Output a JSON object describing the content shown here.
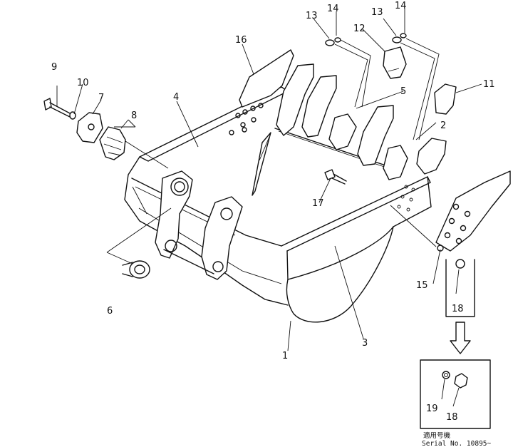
{
  "callouts": {
    "c1": "1",
    "c2": "2",
    "c3": "3",
    "c4": "4",
    "c5": "5",
    "c6": "6",
    "c7": "7",
    "c8": "8",
    "c9": "9",
    "c10": "10",
    "c11": "11",
    "c12": "12",
    "c13a": "13",
    "c13b": "13",
    "c14a": "14",
    "c14b": "14",
    "c15": "15",
    "c16": "16",
    "c17": "17",
    "c18a": "18",
    "c18b": "18",
    "c19": "19"
  },
  "serial_note": {
    "japanese": "適用号機",
    "serial": "Serial  No.  10895~"
  }
}
